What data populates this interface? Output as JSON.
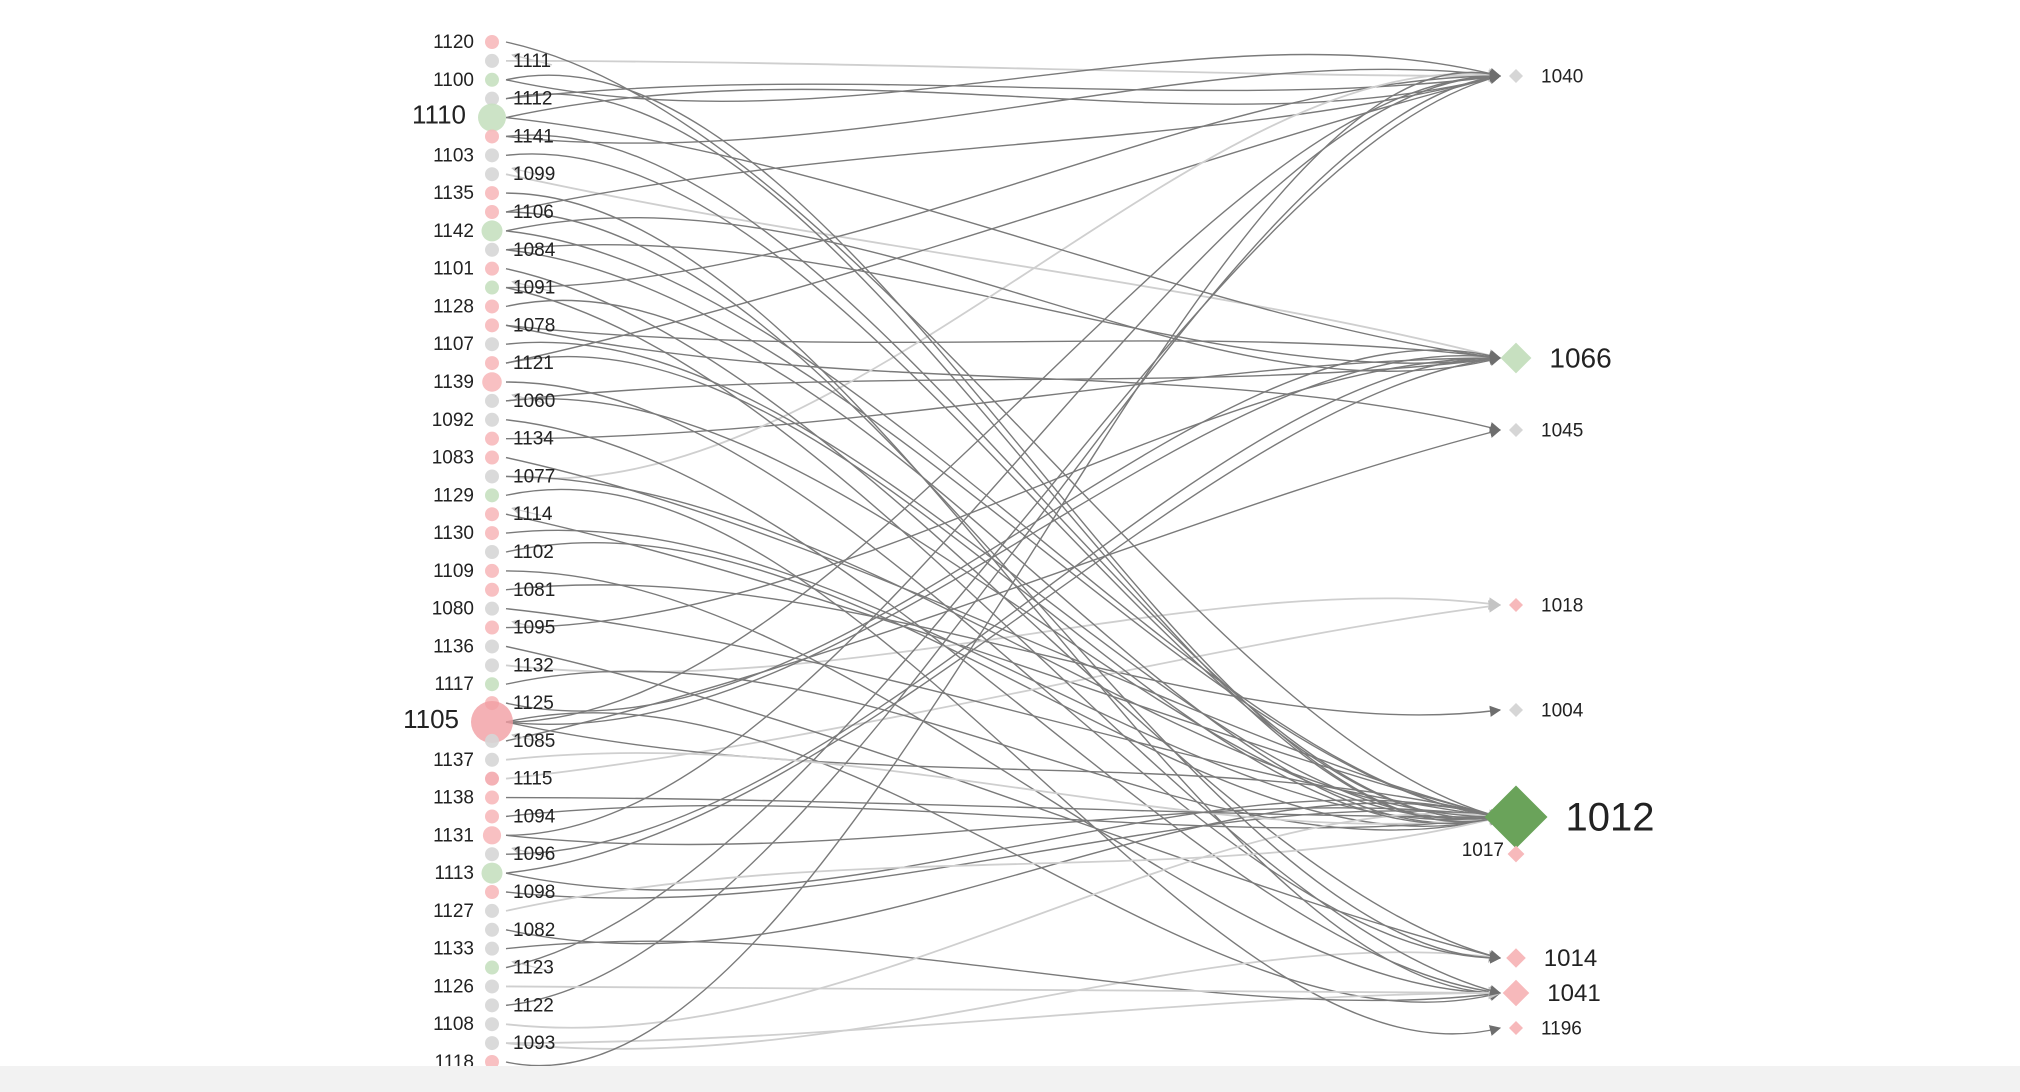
{
  "colors": {
    "edge": "#7a7a7a",
    "edge_light": "#cfcfcf",
    "green": "#6aa35a",
    "green_pale": "#c7e0c0",
    "pink": "#f7b9bb",
    "pink_strong": "#f19ea2",
    "gray": "#d6d6d6",
    "text": "#222222"
  },
  "left_column": {
    "labels_left": [
      {
        "id": "1120",
        "color": "pink",
        "size": 1
      },
      {
        "id": "1100",
        "color": "green_pale",
        "size": 1
      },
      {
        "id": "1110",
        "color": "green_pale",
        "size": 2
      },
      {
        "id": "1103",
        "color": "gray",
        "size": 1
      },
      {
        "id": "1135",
        "color": "pink",
        "size": 1
      },
      {
        "id": "1142",
        "color": "green_pale",
        "size": 1.5
      },
      {
        "id": "1101",
        "color": "pink",
        "size": 1
      },
      {
        "id": "1128",
        "color": "pink",
        "size": 1
      },
      {
        "id": "1107",
        "color": "gray",
        "size": 1
      },
      {
        "id": "1139",
        "color": "pink",
        "size": 1.4
      },
      {
        "id": "1092",
        "color": "gray",
        "size": 1
      },
      {
        "id": "1083",
        "color": "pink",
        "size": 1
      },
      {
        "id": "1129",
        "color": "green_pale",
        "size": 1
      },
      {
        "id": "1130",
        "color": "pink",
        "size": 1
      },
      {
        "id": "1109",
        "color": "pink",
        "size": 1
      },
      {
        "id": "1080",
        "color": "gray",
        "size": 1
      },
      {
        "id": "1136",
        "color": "gray",
        "size": 1
      },
      {
        "id": "1117",
        "color": "green_pale",
        "size": 1
      },
      {
        "id": "1105",
        "color": "pink_strong",
        "size": 3
      },
      {
        "id": "1137",
        "color": "gray",
        "size": 1
      },
      {
        "id": "1138",
        "color": "pink",
        "size": 1
      },
      {
        "id": "1131",
        "color": "pink",
        "size": 1.3
      },
      {
        "id": "1113",
        "color": "green_pale",
        "size": 1.5
      },
      {
        "id": "1127",
        "color": "gray",
        "size": 1
      },
      {
        "id": "1133",
        "color": "gray",
        "size": 1
      },
      {
        "id": "1126",
        "color": "gray",
        "size": 1
      },
      {
        "id": "1108",
        "color": "gray",
        "size": 1
      },
      {
        "id": "1118",
        "color": "pink",
        "size": 1
      }
    ],
    "labels_right": [
      {
        "id": "1111",
        "color": "gray"
      },
      {
        "id": "1112",
        "color": "gray"
      },
      {
        "id": "1141",
        "color": "pink"
      },
      {
        "id": "1099",
        "color": "gray"
      },
      {
        "id": "1106",
        "color": "pink"
      },
      {
        "id": "1084",
        "color": "gray"
      },
      {
        "id": "1091",
        "color": "green_pale"
      },
      {
        "id": "1078",
        "color": "pink"
      },
      {
        "id": "1121",
        "color": "pink"
      },
      {
        "id": "1060",
        "color": "gray"
      },
      {
        "id": "1134",
        "color": "pink"
      },
      {
        "id": "1077",
        "color": "gray"
      },
      {
        "id": "1114",
        "color": "pink"
      },
      {
        "id": "1102",
        "color": "gray"
      },
      {
        "id": "1081",
        "color": "pink"
      },
      {
        "id": "1095",
        "color": "pink"
      },
      {
        "id": "1132",
        "color": "gray"
      },
      {
        "id": "1125",
        "color": "pink"
      },
      {
        "id": "1085",
        "color": "gray"
      },
      {
        "id": "1115",
        "color": "pink_strong"
      },
      {
        "id": "1094",
        "color": "pink"
      },
      {
        "id": "1096",
        "color": "gray"
      },
      {
        "id": "1098",
        "color": "pink"
      },
      {
        "id": "1082",
        "color": "gray"
      },
      {
        "id": "1123",
        "color": "green_pale"
      },
      {
        "id": "1122",
        "color": "gray"
      },
      {
        "id": "1093",
        "color": "gray"
      }
    ]
  },
  "right_column": [
    {
      "id": "1040",
      "color": "gray",
      "size": 1
    },
    {
      "id": "1066",
      "color": "green_pale",
      "size": 2.2
    },
    {
      "id": "1045",
      "color": "gray",
      "size": 1
    },
    {
      "id": "1018",
      "color": "pink",
      "size": 1
    },
    {
      "id": "1004",
      "color": "gray",
      "size": 1
    },
    {
      "id": "1012",
      "color": "green",
      "size": 4.5
    },
    {
      "id": "1017",
      "color": "pink",
      "size": 1.2
    },
    {
      "id": "1014",
      "color": "pink",
      "size": 1.4
    },
    {
      "id": "1041",
      "color": "pink",
      "size": 1.9
    },
    {
      "id": "1196",
      "color": "pink",
      "size": 1
    }
  ],
  "edges": [
    {
      "from": "1110",
      "to": "1040",
      "weight": 1
    },
    {
      "from": "1112",
      "to": "1040",
      "weight": 1
    },
    {
      "from": "1111",
      "to": "1040",
      "weight": 0.5
    },
    {
      "from": "1141",
      "to": "1040",
      "weight": 1
    },
    {
      "from": "1099",
      "to": "1066",
      "weight": 0.5
    },
    {
      "from": "1106",
      "to": "1040",
      "weight": 1
    },
    {
      "from": "1084",
      "to": "1066",
      "weight": 1
    },
    {
      "from": "1091",
      "to": "1040",
      "weight": 1
    },
    {
      "from": "1078",
      "to": "1066",
      "weight": 1
    },
    {
      "from": "1078",
      "to": "1045",
      "weight": 1
    },
    {
      "from": "1121",
      "to": "1040",
      "weight": 1
    },
    {
      "from": "1060",
      "to": "1066",
      "weight": 1
    },
    {
      "from": "1134",
      "to": "1066",
      "weight": 1
    },
    {
      "from": "1077",
      "to": "1040",
      "weight": 0.5
    },
    {
      "from": "1114",
      "to": "1012",
      "weight": 1
    },
    {
      "from": "1102",
      "to": "1012",
      "weight": 1
    },
    {
      "from": "1081",
      "to": "1004",
      "weight": 1
    },
    {
      "from": "1095",
      "to": "1066",
      "weight": 1
    },
    {
      "from": "1132",
      "to": "1018",
      "weight": 0.5
    },
    {
      "from": "1125",
      "to": "1066",
      "weight": 1
    },
    {
      "from": "1085",
      "to": "1045",
      "weight": 1
    },
    {
      "from": "1115",
      "to": "1018",
      "weight": 0.5
    },
    {
      "from": "1105",
      "to": "1040",
      "weight": 1
    },
    {
      "from": "1105",
      "to": "1066",
      "weight": 1
    },
    {
      "from": "1105",
      "to": "1012",
      "weight": 1
    },
    {
      "from": "1105",
      "to": "1041",
      "weight": 1
    },
    {
      "from": "1094",
      "to": "1012",
      "weight": 1
    },
    {
      "from": "1096",
      "to": "1066",
      "weight": 1
    },
    {
      "from": "1098",
      "to": "1012",
      "weight": 1
    },
    {
      "from": "1082",
      "to": "1012",
      "weight": 1
    },
    {
      "from": "1123",
      "to": "1040",
      "weight": 1
    },
    {
      "from": "1122",
      "to": "1040",
      "weight": 1
    },
    {
      "from": "1093",
      "to": "1041",
      "weight": 0.5
    },
    {
      "from": "1093",
      "to": "1014",
      "weight": 0.5
    },
    {
      "from": "1120",
      "to": "1012",
      "weight": 1
    },
    {
      "from": "1100",
      "to": "1012",
      "weight": 1
    },
    {
      "from": "1103",
      "to": "1012",
      "weight": 1
    },
    {
      "from": "1135",
      "to": "1041",
      "weight": 1
    },
    {
      "from": "1142",
      "to": "1012",
      "weight": 1
    },
    {
      "from": "1101",
      "to": "1014",
      "weight": 1
    },
    {
      "from": "1128",
      "to": "1012",
      "weight": 1
    },
    {
      "from": "1107",
      "to": "1012",
      "weight": 1
    },
    {
      "from": "1139",
      "to": "1014",
      "weight": 1
    },
    {
      "from": "1092",
      "to": "1041",
      "weight": 1
    },
    {
      "from": "1083",
      "to": "1012",
      "weight": 1
    },
    {
      "from": "1129",
      "to": "1196",
      "weight": 1
    },
    {
      "from": "1130",
      "to": "1012",
      "weight": 1
    },
    {
      "from": "1109",
      "to": "1041",
      "weight": 1
    },
    {
      "from": "1080",
      "to": "1012",
      "weight": 1
    },
    {
      "from": "1136",
      "to": "1014",
      "weight": 1
    },
    {
      "from": "1117",
      "to": "1012",
      "weight": 1
    },
    {
      "from": "1137",
      "to": "1012",
      "weight": 0.5
    },
    {
      "from": "1138",
      "to": "1012",
      "weight": 1
    },
    {
      "from": "1131",
      "to": "1012",
      "weight": 1
    },
    {
      "from": "1113",
      "to": "1012",
      "weight": 1
    },
    {
      "from": "1127",
      "to": "1012",
      "weight": 0.5
    },
    {
      "from": "1133",
      "to": "1041",
      "weight": 1
    },
    {
      "from": "1126",
      "to": "1041",
      "weight": 0.5
    },
    {
      "from": "1108",
      "to": "1012",
      "weight": 0.5
    },
    {
      "from": "1118",
      "to": "1040",
      "weight": 1
    },
    {
      "from": "1112",
      "to": "1012",
      "weight": 1
    },
    {
      "from": "1141",
      "to": "1012",
      "weight": 1
    },
    {
      "from": "1106",
      "to": "1014",
      "weight": 1
    },
    {
      "from": "1084",
      "to": "1012",
      "weight": 1
    },
    {
      "from": "1091",
      "to": "1041",
      "weight": 1
    },
    {
      "from": "1121",
      "to": "1012",
      "weight": 1
    },
    {
      "from": "1060",
      "to": "1012",
      "weight": 1
    },
    {
      "from": "1077",
      "to": "1012",
      "weight": 1
    },
    {
      "from": "1110",
      "to": "1066",
      "weight": 1
    },
    {
      "from": "1100",
      "to": "1040",
      "weight": 1
    },
    {
      "from": "1142",
      "to": "1066",
      "weight": 1
    },
    {
      "from": "1113",
      "to": "1066",
      "weight": 1
    },
    {
      "from": "1131",
      "to": "1040",
      "weight": 1
    }
  ]
}
